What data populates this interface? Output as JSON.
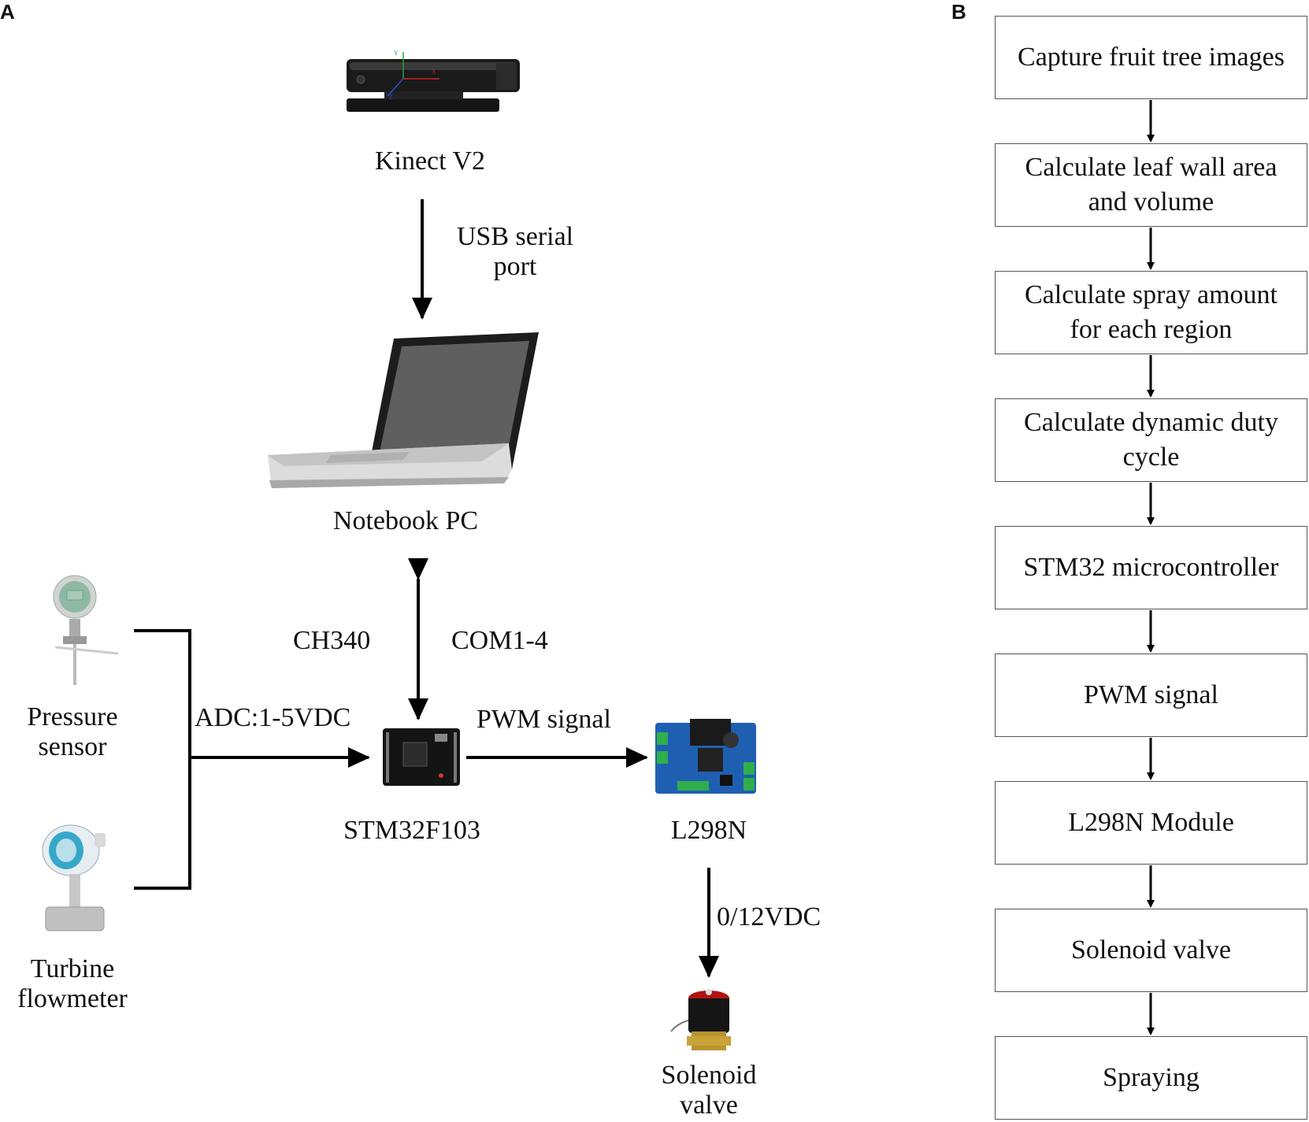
{
  "panel_a": {
    "letter": "A",
    "devices": {
      "kinect": "Kinect V2",
      "notebook": "Notebook PC",
      "stm32": "STM32F103",
      "l298n": "L298N",
      "pressure_sensor": "Pressure sensor",
      "turbine_flowmeter": "Turbine flowmeter",
      "solenoid_valve": "Solenoid valve"
    },
    "connections": {
      "usb": "USB serial port",
      "ch340": "CH340",
      "com": "COM1-4",
      "adc": "ADC:1-5VDC",
      "pwm": "PWM signal",
      "voltage": "0/12VDC"
    },
    "pressure_lines": [
      "Pressure",
      "sensor"
    ],
    "turbine_lines": [
      "Turbine",
      "flowmeter"
    ],
    "solenoid_lines": [
      "Solenoid",
      "valve"
    ],
    "usb_lines": [
      "USB serial",
      "port"
    ]
  },
  "panel_b": {
    "letter": "B",
    "steps": [
      "Capture fruit tree images",
      "Calculate leaf wall area and volume",
      "Calculate spray amount for each region",
      "Calculate dynamic duty cycle",
      "STM32 microcontroller",
      "PWM signal",
      "L298N Module",
      "Solenoid valve",
      "Spraying"
    ]
  }
}
